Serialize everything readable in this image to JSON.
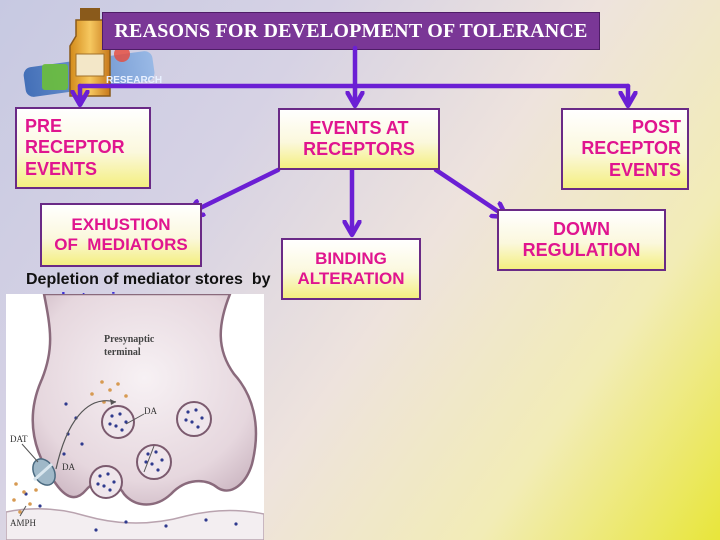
{
  "title": "REASONS FOR DEVELOPMENT OF TOLERANCE",
  "boxes": {
    "pre": [
      "PRE",
      "RECEPTOR",
      "EVENTS"
    ],
    "events": [
      "EVENTS AT",
      "RECEPTORS"
    ],
    "post": [
      "POST",
      "RECEPTOR",
      "EVENTS"
    ],
    "exhustion": [
      "EXHUSTION",
      "OF  MEDIATORS"
    ],
    "binding": [
      "BINDING",
      "ALTERATION"
    ],
    "down": [
      "DOWN",
      "REGULATION"
    ]
  },
  "caption": {
    "prefix": "Depletion of mediator stores  by ",
    "highlight": "amphetamine"
  },
  "figure_labels": {
    "presynaptic": "Presynaptic",
    "terminal": "terminal",
    "da_top": "DA",
    "dat": "DAT",
    "da_left": "DA",
    "amph": "AMPH"
  },
  "clipart_text": "RESEARCH",
  "colors": {
    "title_bg": "#7a3796",
    "box_text": "#e0158f",
    "arrow": "#6b1fd4",
    "caption_highlight": "#3c2fd6"
  }
}
